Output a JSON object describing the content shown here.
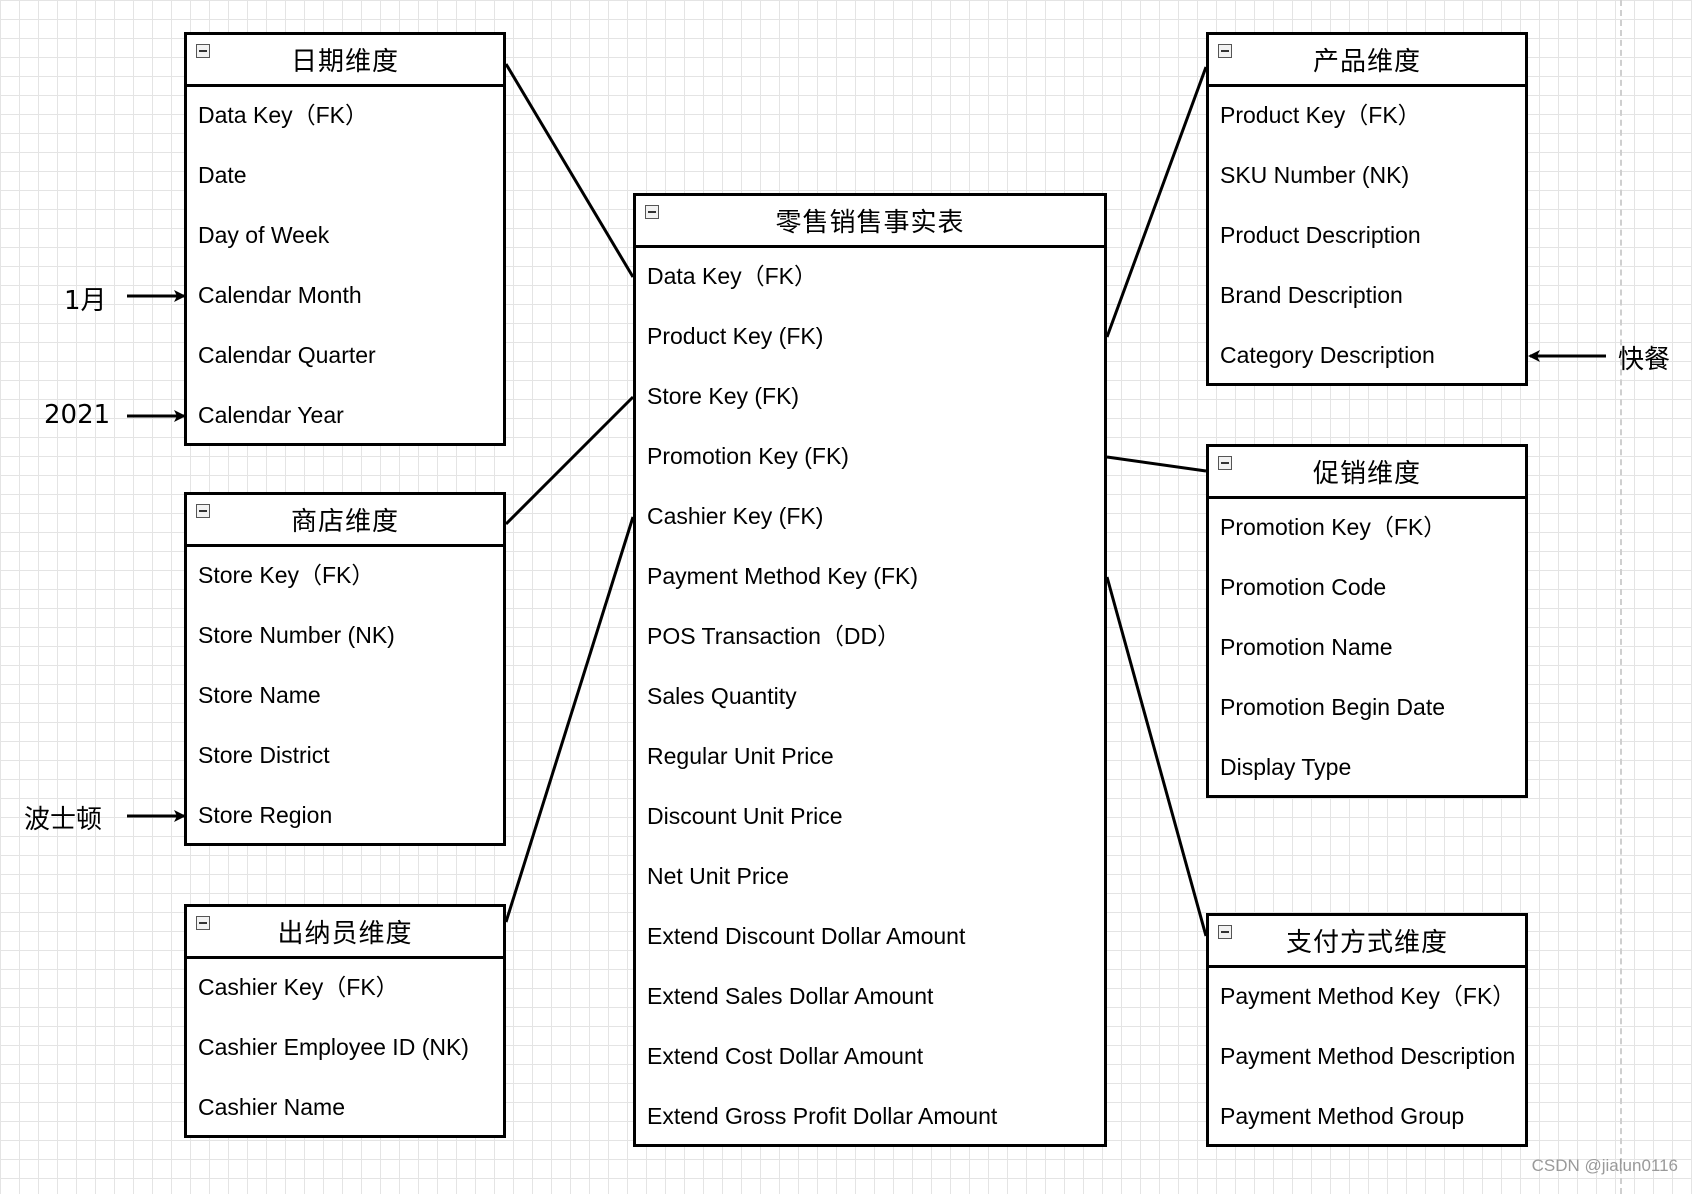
{
  "fact_table": {
    "title": "零售销售事实表",
    "fields": [
      "Data Key（FK）",
      "Product Key (FK)",
      "Store Key (FK)",
      "Promotion Key (FK)",
      "Cashier Key (FK)",
      "Payment Method Key (FK)",
      "POS Transaction（DD）",
      "Sales Quantity",
      "Regular Unit Price",
      "Discount Unit Price",
      "Net Unit Price",
      "Extend Discount Dollar Amount",
      "Extend Sales Dollar Amount",
      "Extend Cost Dollar Amount",
      "Extend Gross Profit Dollar Amount"
    ]
  },
  "date_dim": {
    "title": "日期维度",
    "fields": [
      "Data Key（FK）",
      "Date",
      "Day of Week",
      "Calendar Month",
      "Calendar Quarter",
      "Calendar Year"
    ]
  },
  "store_dim": {
    "title": "商店维度",
    "fields": [
      "Store Key（FK）",
      "Store Number (NK)",
      "Store Name",
      "Store District",
      "Store Region"
    ]
  },
  "cashier_dim": {
    "title": "出纳员维度",
    "fields": [
      "Cashier Key（FK）",
      "Cashier Employee ID (NK)",
      "Cashier Name"
    ]
  },
  "product_dim": {
    "title": "产品维度",
    "fields": [
      "Product Key（FK）",
      "SKU Number (NK)",
      "Product Description",
      "Brand Description",
      "Category Description"
    ]
  },
  "promotion_dim": {
    "title": "促销维度",
    "fields": [
      "Promotion Key（FK）",
      "Promotion Code",
      "Promotion Name",
      "Promotion Begin Date",
      "Display Type"
    ]
  },
  "payment_dim": {
    "title": "支付方式维度",
    "fields": [
      "Payment Method Key（FK）",
      "Payment Method Description",
      "Payment Method Group"
    ]
  },
  "annotations": {
    "month_example": "1月",
    "year_example": "2021",
    "region_example": "波士顿",
    "category_example": "快餐"
  },
  "watermark": "CSDN @jialun0116",
  "colors": {
    "line": "#000000",
    "grid": "#e4e4e4",
    "background": "#ffffff"
  }
}
